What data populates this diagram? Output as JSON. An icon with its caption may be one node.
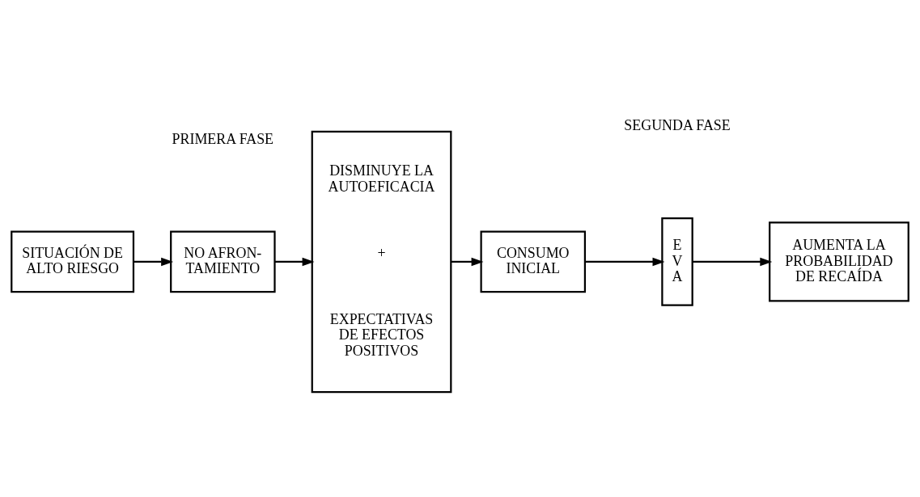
{
  "diagram": {
    "nodes": [
      {
        "text": [
          "SITUACIÓN DE ALTO RIESGO"
        ]
      },
      {
        "text": [
          "NO AFRON- TAMIENTO"
        ]
      },
      {
        "text": [
          "DISMINUYE LA AUTOEFICACIA",
          "+",
          "EXPECTATIVAS DE EFECTOS POSITIVOS"
        ]
      },
      {
        "text": [
          "CONSUMO INICIAL"
        ]
      },
      {
        "text": [
          "E V A"
        ]
      },
      {
        "text": [
          "AUMENTA LA PROBABILIDAD DE RECAÍDA"
        ]
      }
    ],
    "edges": [
      {
        "from": 0,
        "to": 1,
        "arrow": "to"
      },
      {
        "from": 1,
        "to": 2,
        "arrow": "to"
      },
      {
        "from": 2,
        "to": 3,
        "arrow": "to"
      },
      {
        "from": 3,
        "to": 4,
        "arrow": "to"
      },
      {
        "from": 4,
        "to": 5,
        "arrow": "to"
      }
    ],
    "labels": [
      "PRIMERA FASE",
      "SEGUNDA FASE"
    ]
  }
}
